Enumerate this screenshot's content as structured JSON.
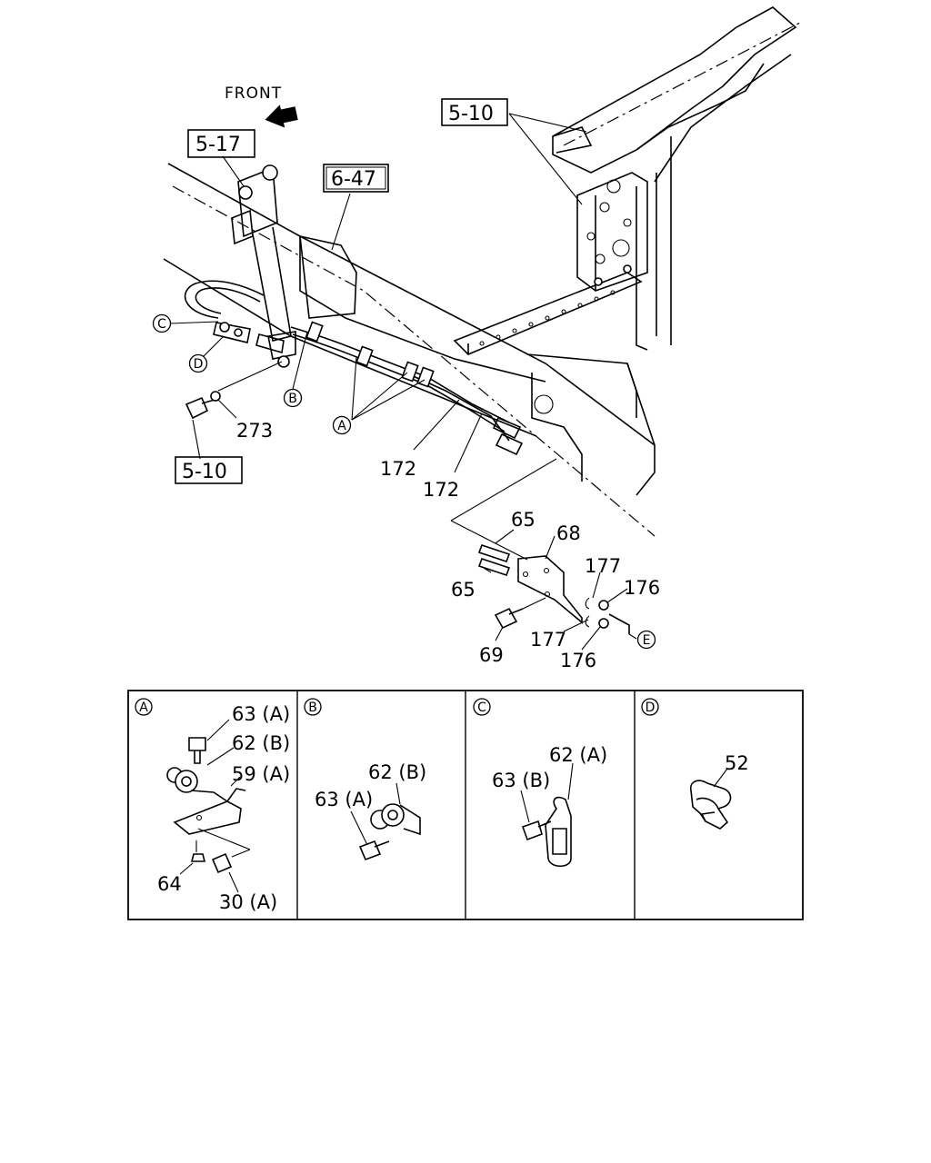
{
  "front_label": "FRONT",
  "refs": {
    "r1": "5-17",
    "r2": "6-47",
    "r3": "5-10",
    "r4": "5-10"
  },
  "callouts": {
    "A": "A",
    "B": "B",
    "C": "C",
    "D": "D",
    "E": "E"
  },
  "parts": {
    "p273": "273",
    "p172a": "172",
    "p172b": "172",
    "p65a": "65",
    "p65b": "65",
    "p68": "68",
    "p177a": "177",
    "p177b": "177",
    "p176a": "176",
    "p176b": "176",
    "p69": "69"
  },
  "details": {
    "A": {
      "tag": "A",
      "l1": "63 (A)",
      "l2": "62 (B)",
      "l3": "59 (A)",
      "l4": "64",
      "l5": "30 (A)"
    },
    "B": {
      "tag": "B",
      "l1": "62 (B)",
      "l2": "63 (A)"
    },
    "C": {
      "tag": "C",
      "l1": "62 (A)",
      "l2": "63 (B)"
    },
    "D": {
      "tag": "D",
      "l1": "52"
    }
  }
}
